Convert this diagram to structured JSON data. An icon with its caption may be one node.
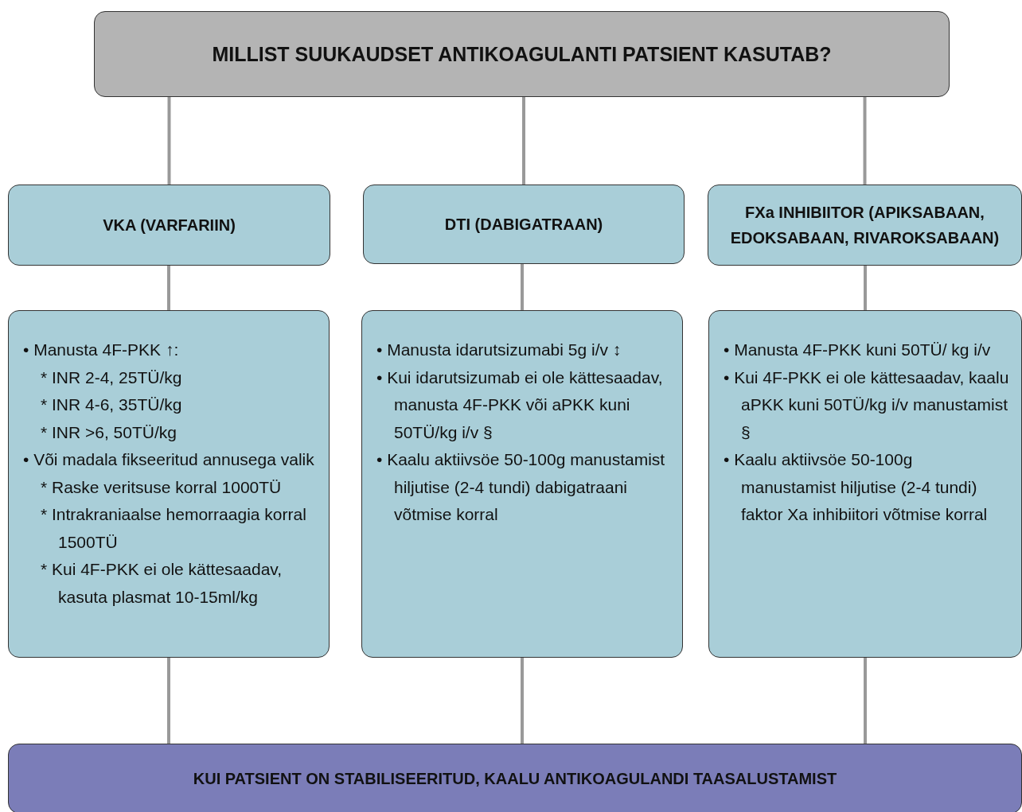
{
  "diagram": {
    "nodes": [
      {
        "text": [
          "MILLIST SUUKAUDSET ANTIKOAGULANTI PATSIENT KASUTAB?"
        ]
      },
      {
        "text": [
          "VKA (VARFARIIN)"
        ]
      },
      {
        "text": [
          "DTI (DABIGATRAAN)"
        ]
      },
      {
        "text": [
          "FXa INHIBIITOR (APIKSABAAN, EDOKSABAAN, RIVAROKSABAAN)"
        ]
      },
      {
        "text": [
          "• Manusta 4F-PKK ↑:",
          "* INR 2-4, 25TÜ/kg",
          "* INR 4-6, 35TÜ/kg",
          "* INR >6, 50TÜ/kg",
          "• Või madala fikseeritud annusega valik",
          "* Raske veritsuse korral 1000TÜ",
          "* Intrakraniaalse hemorraagia korral 1500TÜ",
          "* Kui 4F-PKK ei ole kättesaadav, kasuta plasmat 10-15ml/kg"
        ]
      },
      {
        "text": [
          "• Manusta idarutsizumabi 5g i/v ↕",
          "• Kui idarutsizumab ei ole kättesaadav, manusta 4F-PKK või aPKK kuni 50TÜ/kg i/v §",
          "• Kaalu aktiivsöe 50-100g manustamist hiljutise (2-4 tundi) dabigatraani võtmise korral"
        ]
      },
      {
        "text": [
          "• Manusta 4F-PKK kuni 50TÜ/ kg i/v",
          "• Kui 4F-PKK ei ole kättesaadav, kaalu aPKK kuni 50TÜ/kg i/v manustamist §",
          "• Kaalu aktiivsöe 50-100g manustamist hiljutise (2-4 tundi) faktor Xa inhibiitori võtmise korral"
        ]
      },
      {
        "text": [
          "KUI PATSIENT ON STABILISEERITUD, KAALU ANTIKOAGULANDI TAASALUSTAMIST"
        ]
      }
    ],
    "edges": [
      {
        "from": 0,
        "to": 1,
        "arrow": "none"
      },
      {
        "from": 0,
        "to": 2,
        "arrow": "none"
      },
      {
        "from": 0,
        "to": 3,
        "arrow": "none"
      },
      {
        "from": 1,
        "to": 4,
        "arrow": "none"
      },
      {
        "from": 2,
        "to": 5,
        "arrow": "none"
      },
      {
        "from": 3,
        "to": 6,
        "arrow": "none"
      },
      {
        "from": 4,
        "to": 7,
        "arrow": "none"
      },
      {
        "from": 5,
        "to": 7,
        "arrow": "none"
      },
      {
        "from": 6,
        "to": 7,
        "arrow": "none"
      }
    ]
  }
}
